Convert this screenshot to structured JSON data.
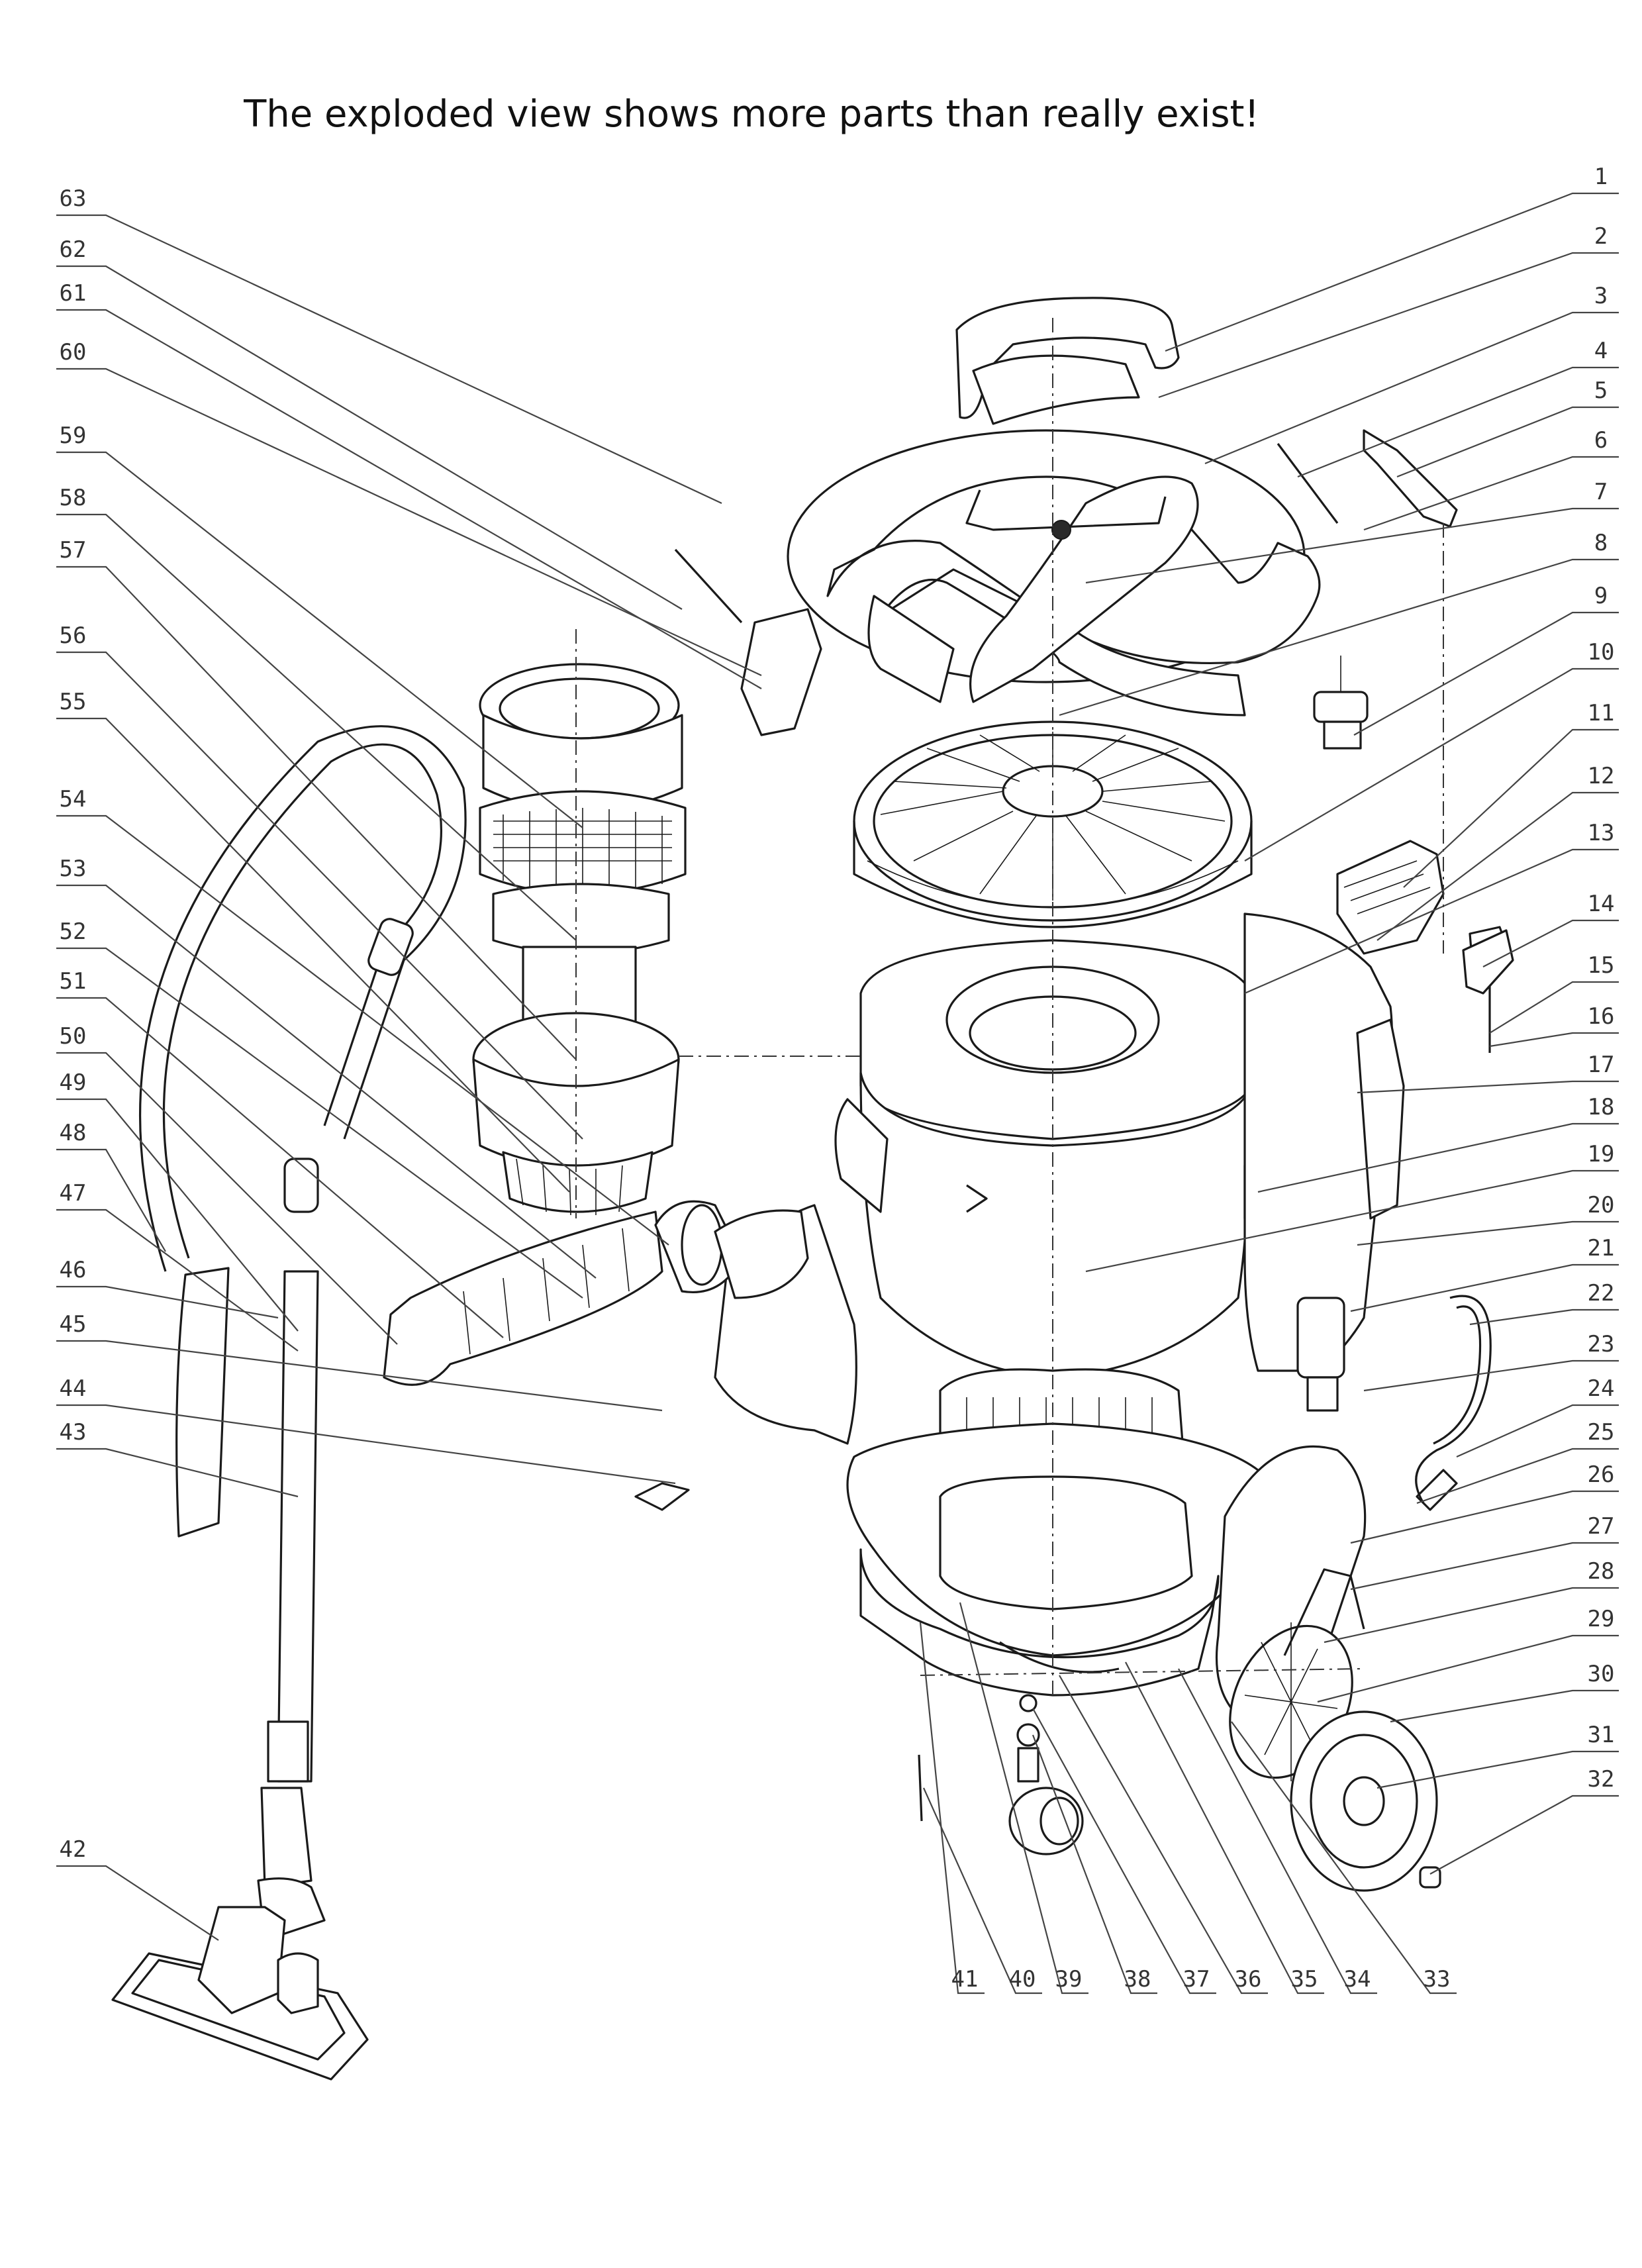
{
  "title": "The exploded view shows more parts than really exist!",
  "right_labels": [
    "1",
    "2",
    "3",
    "4",
    "5",
    "6",
    "7",
    "8",
    "9",
    "10",
    "11",
    "12",
    "13",
    "14",
    "15",
    "16",
    "17",
    "18",
    "19",
    "20",
    "21",
    "22",
    "23",
    "24",
    "25",
    "26",
    "27",
    "28",
    "29",
    "30",
    "31",
    "32"
  ],
  "left_labels": [
    "63",
    "62",
    "61",
    "60",
    "59",
    "58",
    "57",
    "56",
    "55",
    "54",
    "53",
    "52",
    "51",
    "50",
    "49",
    "48",
    "47",
    "46",
    "45",
    "44",
    "43",
    "42"
  ],
  "bottom_labels": [
    "41",
    "40",
    "39",
    "38",
    "37",
    "36",
    "35",
    "34",
    "33"
  ]
}
